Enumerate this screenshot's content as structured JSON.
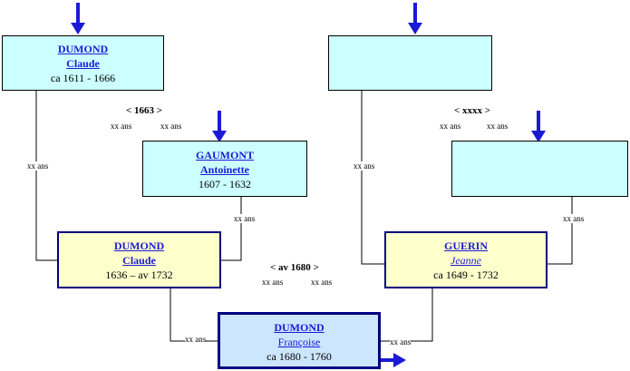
{
  "paternal_grandfather": {
    "surname": "DUMOND",
    "firstname": "Claude",
    "dates": "ca 1611 - 1666"
  },
  "paternal_grandmother": {
    "surname": "GAUMONT",
    "firstname": "Antoinette",
    "dates": "1607 - 1632"
  },
  "father": {
    "surname": "DUMOND",
    "firstname": "Claude",
    "dates": "1636 – av 1732"
  },
  "mother": {
    "surname": "GUERIN",
    "firstname": "Jeanne",
    "dates": "ca 1649 - 1732"
  },
  "subject": {
    "surname": "DUMOND",
    "firstname": "Françoise",
    "dates": "ca 1680 - 1760"
  },
  "marriages": {
    "paternal": "< 1663 >",
    "maternal": "< xxxx >",
    "parents": "< av 1680 >"
  },
  "age_label": "xx ans",
  "colors": {
    "cyan": "#ccffff",
    "yellow": "#ffffcc",
    "light_blue": "#cce6ff",
    "arrow": "#1a1ad6"
  }
}
